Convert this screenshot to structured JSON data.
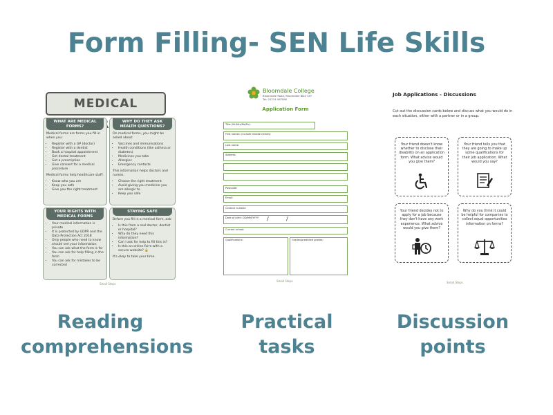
{
  "main_title": "Form Filling- SEN Life Skills",
  "captions": [
    "Reading comprehensions",
    "Practical tasks",
    "Discussion points"
  ],
  "medical": {
    "title": "MEDICAL FORMS",
    "sections": [
      {
        "heading": "What are medical forms?",
        "intro": "Medical forms are forms you fill in when you:",
        "items": [
          "Register with a GP (doctor)",
          "Register with a dentist",
          "Book a hospital appointment",
          "Get dental treatment",
          "Get a prescription",
          "Give consent for a medical procedure"
        ],
        "mid": "Medical forms help healthcare staff:",
        "items2": [
          "Know who you are",
          "Keep you safe",
          "Give you the right treatment"
        ]
      },
      {
        "heading": "Why do they ask health questions?",
        "intro": "On medical forms, you might be asked about:",
        "items": [
          "Vaccines and immunisations",
          "Health conditions (like asthma or diabetes)",
          "Medicines you take",
          "Allergies",
          "Emergency contacts"
        ],
        "mid": "This information helps doctors and nurses:",
        "items2": [
          "Choose the right treatment",
          "Avoid giving you medicine you are allergic to",
          "Keep you safe"
        ]
      },
      {
        "heading": "Your rights with medical forms",
        "items": [
          "Your medical information is private",
          "It is protected by GDPR and the Data Protection Act 2018",
          "Only people who need to know should see your information",
          "You can ask what the form is for",
          "You can ask for help filling in the form",
          "You can ask for mistakes to be corrected"
        ]
      },
      {
        "heading": "Staying safe",
        "intro": "Before you fill in a medical form, ask:",
        "items": [
          "Is this from a real doctor, dentist or hospital?",
          "Why do they need this information?",
          "Can I ask for help to fill this in?",
          "Is this an online form with a secure website? 🔒"
        ],
        "outro": "It's okay to take your time."
      }
    ],
    "footer": "Small Steps"
  },
  "application": {
    "college_name": "Bloomdale College",
    "college_address": "Bloomdale Road, Bloomdale BD4 7XY",
    "college_tel": "Tel: 01234 567890",
    "form_title": "Application Form",
    "fields": {
      "title": "Title (Mr/Mrs/Ms/Dr):",
      "first_names": "First names: (include middle names)",
      "last_name": "Last name:",
      "address": "Address:",
      "postcode": "Postcode:",
      "email": "Email:",
      "contact_number": "Contact number:",
      "dob": "Date of birth: DD/MM/YYYY",
      "current_school": "Current school:",
      "qualifications": "Qualifications:",
      "grades": "Grades/predicted grades:"
    },
    "footer": "Small Steps"
  },
  "discussions": {
    "title": "Job Applications - Discussions",
    "intro": "Cut out the discussion cards below and discuss what you would do in each situation, either with a partner or in a group.",
    "cards": [
      {
        "text": "Your friend doesn't know whether to disclose their disability on an application form. What advice would you give them?",
        "icon": "wheelchair-icon"
      },
      {
        "text": "Your friend tells you that they are going to make up some qualifications for their job application. What would you say?",
        "icon": "form-pencil-icon"
      },
      {
        "text": "Your friend decides not to apply for a job because they don't have any work experience. What advice would you give them?",
        "icon": "worker-clock-icon"
      },
      {
        "text": "Why do you think it could be helpful for companies to collect equal opportunities information on forms?",
        "icon": "scales-icon"
      }
    ],
    "footer": "Small Steps"
  }
}
